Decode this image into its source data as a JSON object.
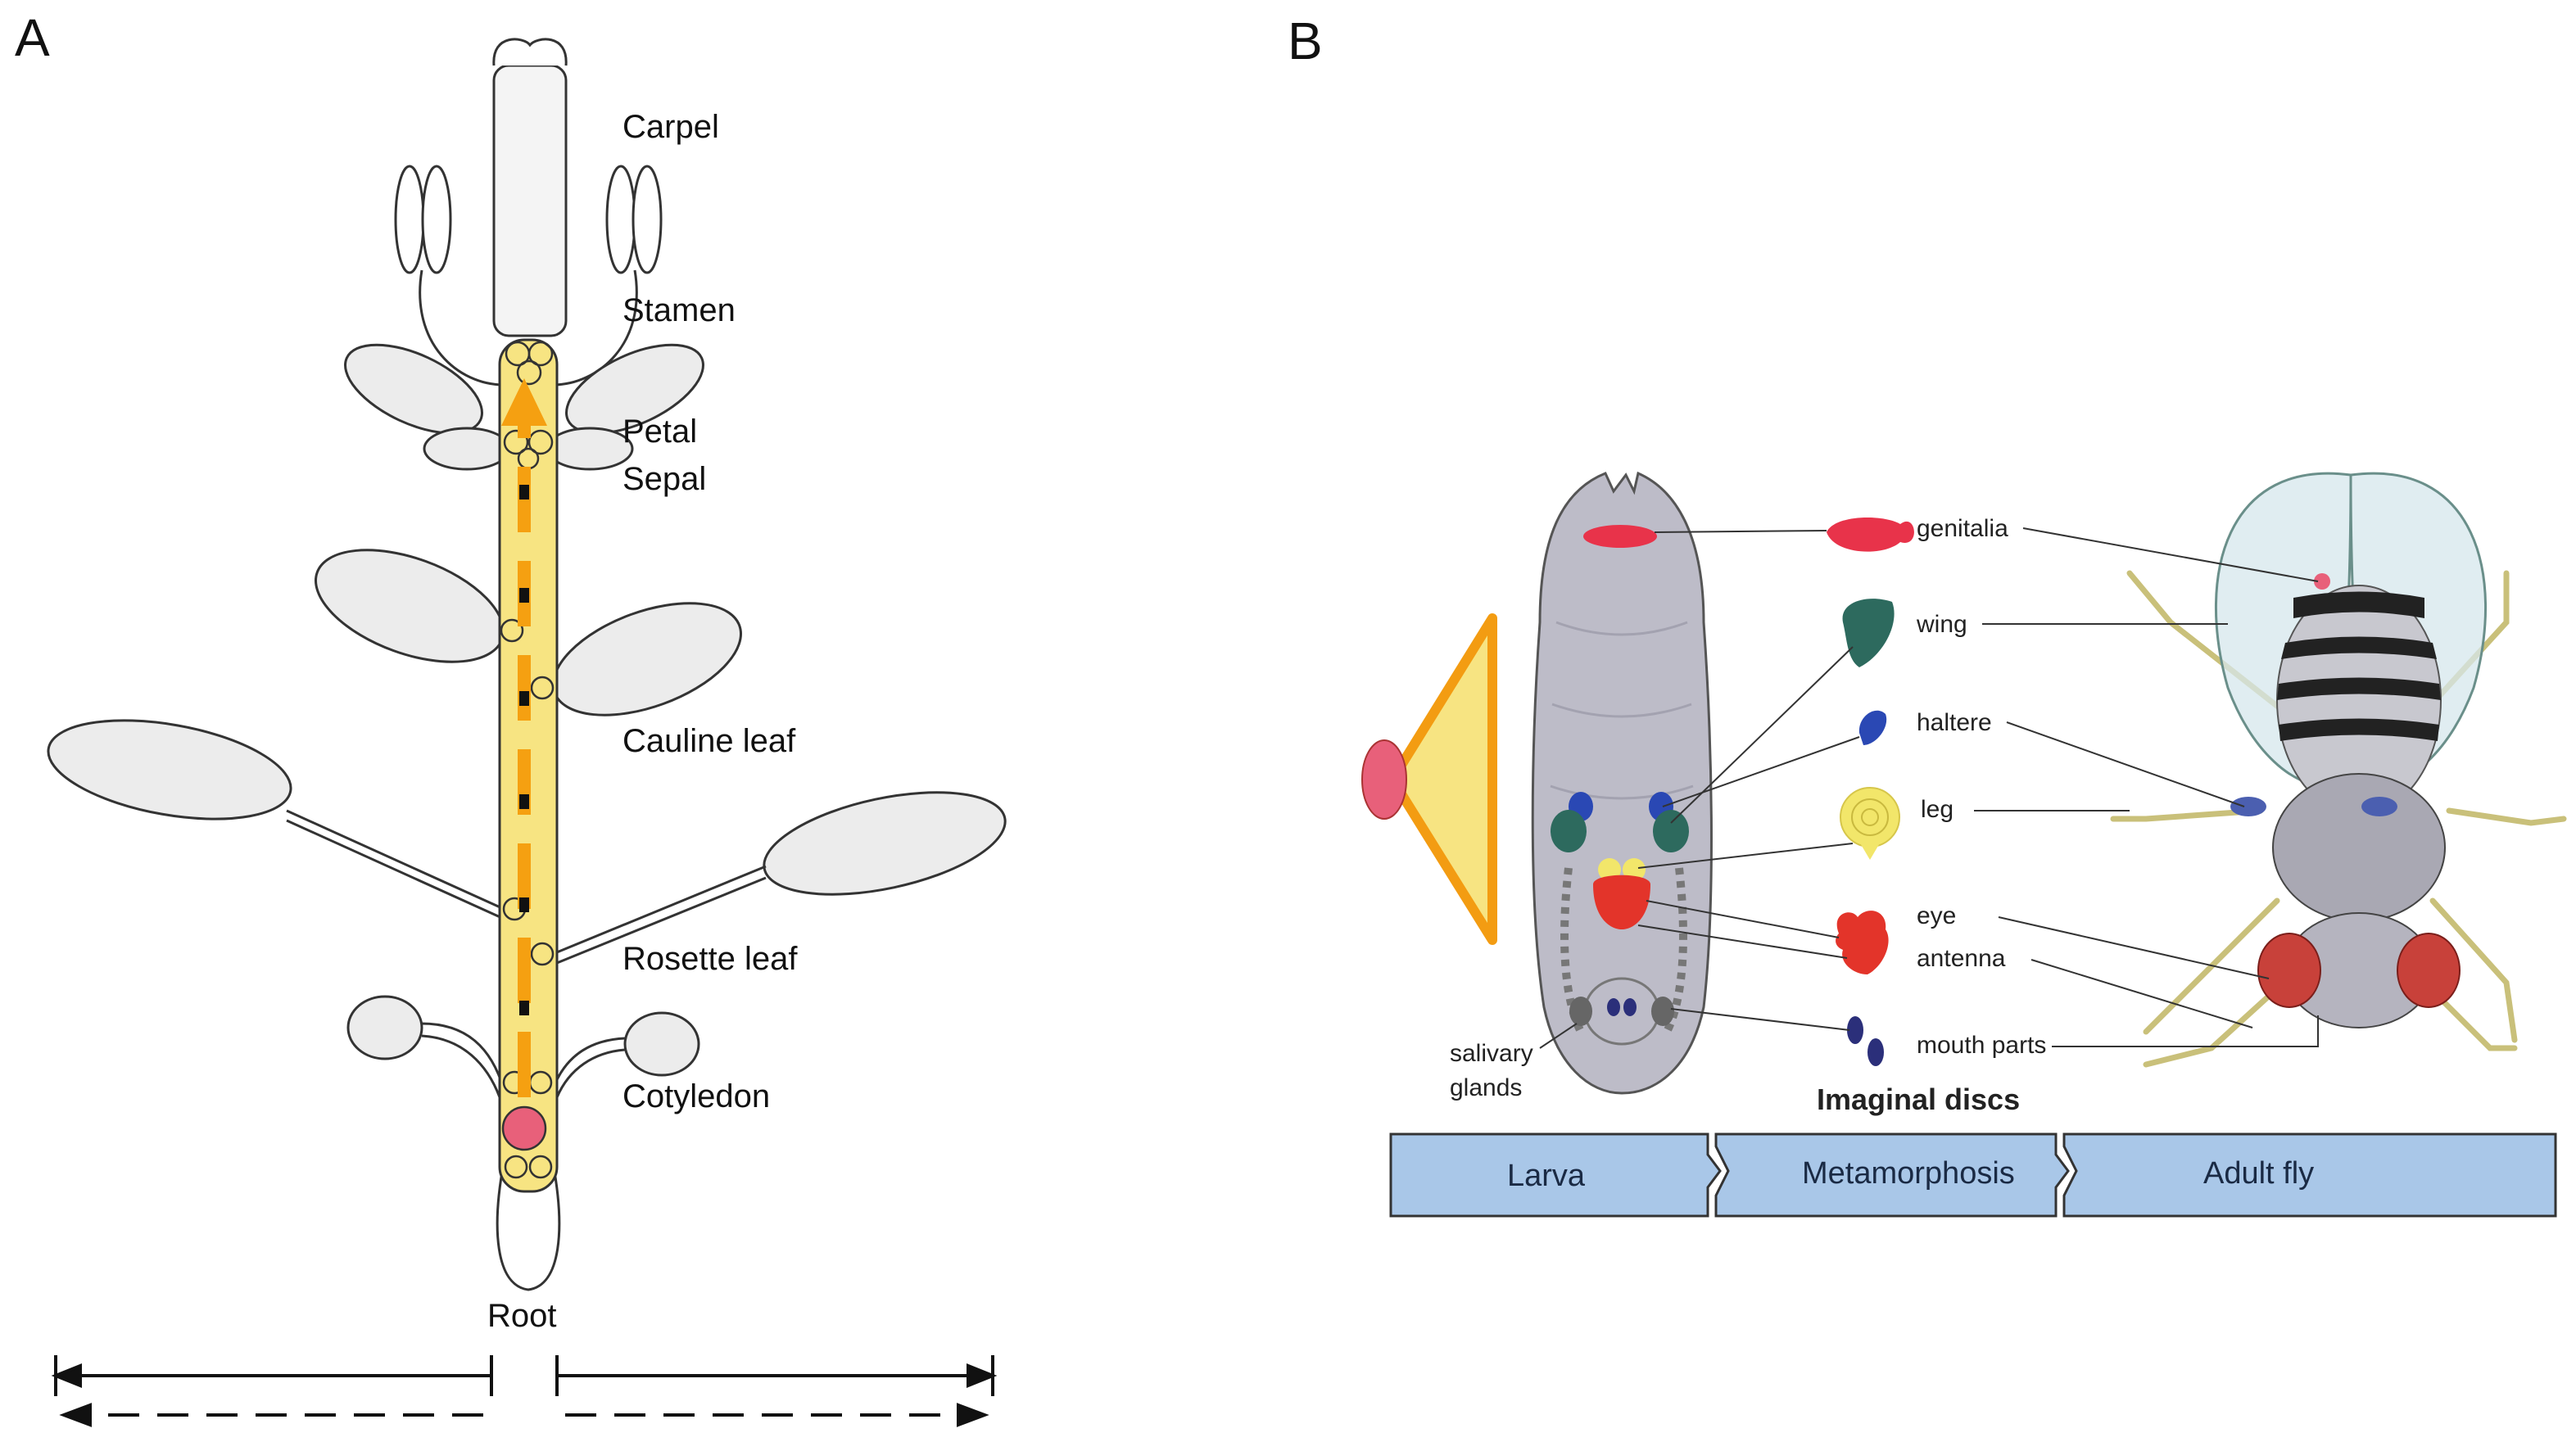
{
  "panels": {
    "a": "A",
    "b": "B"
  },
  "plant": {
    "labels": {
      "carpel": "Carpel",
      "stamen": "Stamen",
      "petal": "Petal",
      "sepal": "Sepal",
      "cauline": "Cauline leaf",
      "rosette": "Rosette leaf",
      "cotyledon": "Cotyledon",
      "root": "Root"
    },
    "colors": {
      "stem": "#f7e482",
      "arrow": "#f5a011",
      "dot": "#e8607a",
      "organ": "#ececec"
    }
  },
  "fly": {
    "parts": {
      "genitalia": "genitalia",
      "wing": "wing",
      "haltere": "haltere",
      "leg": "leg",
      "eye": "eye",
      "antenna": "antenna",
      "mouth": "mouth parts",
      "salivary1": "salivary",
      "salivary2": "glands"
    },
    "caption": "Imaginal discs",
    "stages": [
      "Larva",
      "Metamorphosis",
      "Adult fly"
    ],
    "colors": {
      "genitalia": "#e8334a",
      "wing": "#2d6a5e",
      "haltere": "#2a48b4",
      "leg": "#f2e66a",
      "eye": "#e3342a",
      "mouth": "#2b2f7a",
      "cone": "#f7e482",
      "coneEdge": "#f39c12",
      "stageBar": "#a9c7e8"
    }
  }
}
